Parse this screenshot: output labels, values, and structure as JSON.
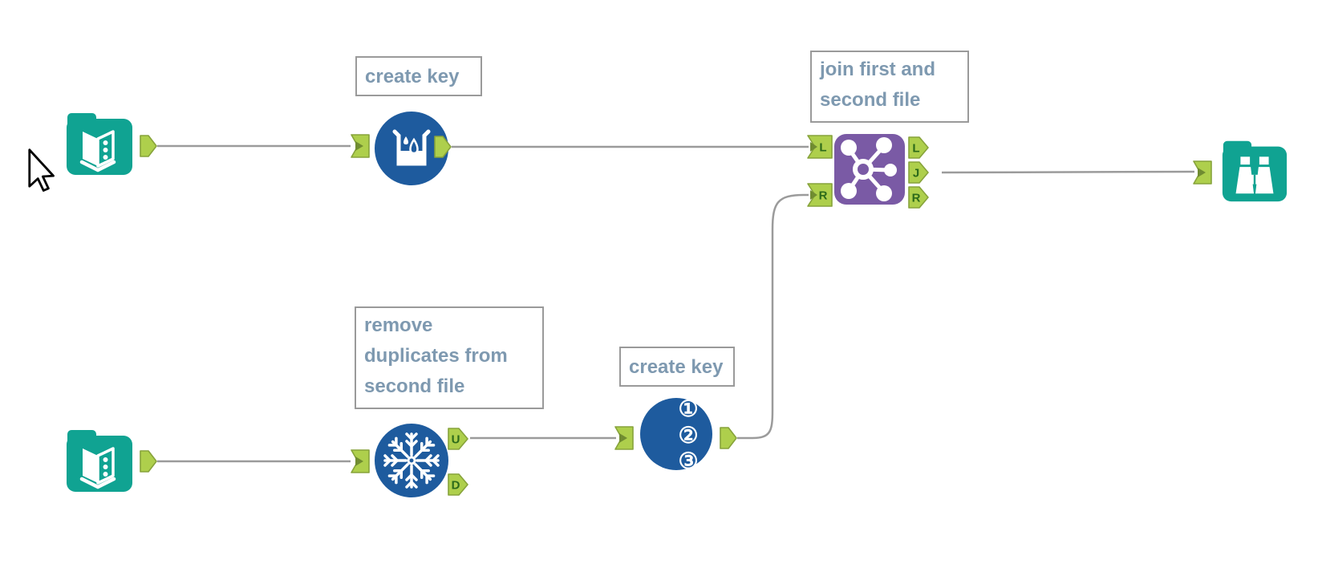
{
  "app": "workflow-canvas",
  "colors": {
    "canvas_background": "#FFFFFF",
    "input_output_teal": "#10A392",
    "preparation_blue": "#1E5B9E",
    "join_purple": "#7A5AA5",
    "anchor_green": "#AECF4C",
    "anchor_border": "#87A33B",
    "anchor_letter": "#2C6A1A",
    "connector_gray": "#9B9B9B",
    "comment_text": "#7E99B0",
    "comment_border": "#9A9A9A"
  },
  "comments": {
    "create_key_1": {
      "text": "create key",
      "lines": [
        "create key"
      ]
    },
    "join_label": {
      "text": "join first and second file",
      "lines": [
        "join first and",
        "second file"
      ]
    },
    "remove_duplicates": {
      "text": "remove duplicates from second file",
      "lines": [
        "remove",
        "duplicates from",
        "second file"
      ]
    },
    "create_key_2": {
      "text": "create key",
      "lines": [
        "create key"
      ]
    }
  },
  "anchors": {
    "join_in_left": "L",
    "join_in_right": "R",
    "join_out_left": "L",
    "join_out_join": "J",
    "join_out_right": "R",
    "unique_out_unique": "U",
    "unique_out_duplicate": "D"
  },
  "record_id_digits": [
    "①",
    "②",
    "③"
  ],
  "tools": [
    {
      "id": "input-data-1",
      "type": "Input Data",
      "icon": "open-book-icon"
    },
    {
      "id": "formula",
      "type": "Formula",
      "icon": "beaker-drops-icon"
    },
    {
      "id": "input-data-2",
      "type": "Input Data",
      "icon": "open-book-icon"
    },
    {
      "id": "unique",
      "type": "Unique",
      "icon": "snowflake-icon"
    },
    {
      "id": "record-id",
      "type": "Record ID",
      "icon": "numbered-circles-icon"
    },
    {
      "id": "join",
      "type": "Join",
      "icon": "network-hub-icon"
    },
    {
      "id": "browse",
      "type": "Browse",
      "icon": "binoculars-icon"
    }
  ],
  "connections": [
    {
      "from": "input-data-1",
      "to": "formula"
    },
    {
      "from": "formula",
      "to": "join:L"
    },
    {
      "from": "input-data-2",
      "to": "unique"
    },
    {
      "from": "unique:U",
      "to": "record-id"
    },
    {
      "from": "record-id",
      "to": "join:R"
    },
    {
      "from": "join:J",
      "to": "browse"
    }
  ]
}
